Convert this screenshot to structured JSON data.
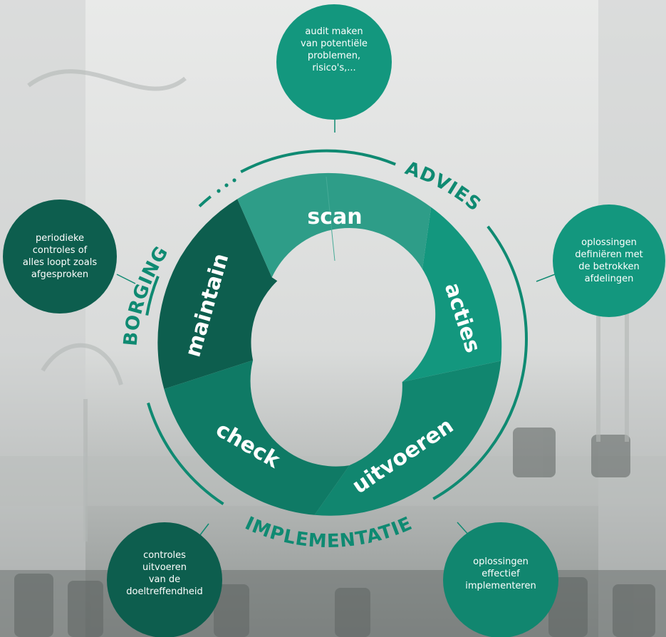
{
  "colors": {
    "teal_dark": "#0d5e4e",
    "teal_mid": "#0f7a65",
    "teal_bright": "#13977e",
    "teal_light": "#2e9d88",
    "ring_line": "#0f8a72",
    "background": "#dcdedd"
  },
  "cycle": {
    "segments": [
      {
        "id": "scan",
        "label": "scan"
      },
      {
        "id": "acties",
        "label": "acties"
      },
      {
        "id": "uitvoeren",
        "label": "uitvoeren"
      },
      {
        "id": "check",
        "label": "check"
      },
      {
        "id": "maintain",
        "label": "maintain"
      }
    ]
  },
  "phases": {
    "advies": "ADVIES",
    "borging": "BORGING",
    "implementatie": "IMPLEMENTATIE"
  },
  "bubbles": {
    "top": "audit maken\nvan potentiële\nproblemen,\nrisico's,...",
    "left": "periodieke\ncontroles of\nalles loopt  zoals\nafgesproken",
    "right": "oplossingen\ndefiniëren met\nde betrokken\nafdelingen",
    "bottom_left": "controles\nuitvoeren\nvan de\ndoeltreffendheid",
    "bottom_right": "oplossingen\neffectief\nimplementeren"
  }
}
